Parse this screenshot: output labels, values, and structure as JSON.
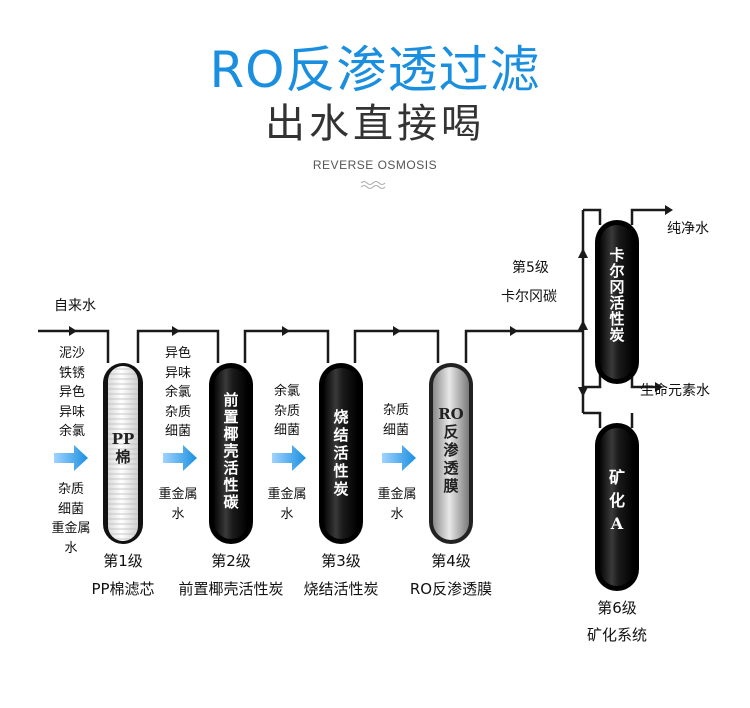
{
  "header": {
    "title": "RO反渗透过滤",
    "subtitle": "出水直接喝",
    "tagline": "REVERSE OSMOSIS"
  },
  "inlet_label": "自来水",
  "stages": [
    {
      "stage_no": "第1级",
      "name": "PP棉滤芯",
      "filter_text": [
        "PP",
        "棉"
      ],
      "removes": [
        "泥沙",
        "铁锈",
        "异色",
        "异味",
        "余氯"
      ],
      "passes": [
        "杂质",
        "细菌",
        "重金属",
        "水"
      ]
    },
    {
      "stage_no": "第2级",
      "name": "前置椰壳活性炭",
      "filter_text": [
        "前",
        "置",
        "椰",
        "壳",
        "活",
        "性",
        "碳"
      ],
      "removes": [
        "异色",
        "异味",
        "余氯",
        "杂质",
        "细菌"
      ],
      "passes": [
        "重金属",
        "水"
      ]
    },
    {
      "stage_no": "第3级",
      "name": "烧结活性炭",
      "filter_text": [
        "烧",
        "结",
        "活",
        "性",
        "炭"
      ],
      "removes": [
        "余氯",
        "杂质",
        "细菌"
      ],
      "passes": [
        "重金属",
        "水"
      ]
    },
    {
      "stage_no": "第4级",
      "name": "RO反渗透膜",
      "filter_text": [
        "RO",
        "反",
        "渗",
        "透",
        "膜"
      ],
      "removes": [
        "杂质",
        "细菌"
      ],
      "passes": [
        "重金属",
        "水"
      ]
    },
    {
      "stage_no": "第5级",
      "name": "卡尔冈碳",
      "filter_text": [
        "卡",
        "尔",
        "冈",
        "活",
        "性",
        "炭"
      ],
      "output": "纯净水"
    },
    {
      "stage_no": "第6级",
      "name": "矿化系统",
      "filter_text": [
        "矿",
        "化",
        "A"
      ],
      "output": "生命元素水"
    }
  ],
  "colors": {
    "accent": "#1a8fe0",
    "arrow": "#3c9de6",
    "pipe": "#1a1a1a"
  }
}
